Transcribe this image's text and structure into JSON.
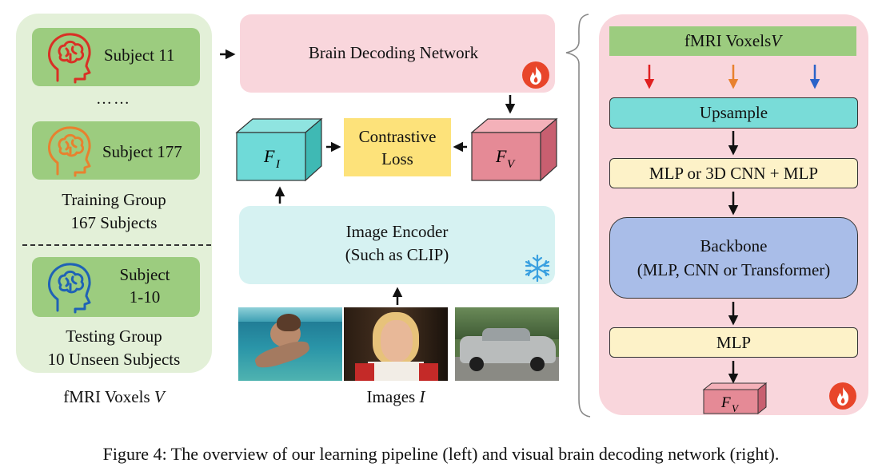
{
  "left": {
    "subjects": [
      {
        "label": "Subject 11",
        "icon_color": "#d93025"
      },
      {
        "label": "Subject 177",
        "icon_color": "#e8812f"
      },
      {
        "label_line1": "Subject",
        "label_line2": "1-10",
        "icon_color": "#1f62b6"
      }
    ],
    "ellipsis": "……",
    "training_group": {
      "line1": "Training Group",
      "line2": "167 Subjects"
    },
    "testing_group": {
      "line1": "Testing Group",
      "line2": "10 Unseen Subjects"
    },
    "footer_label": "fMRI Voxels ",
    "footer_var": "V"
  },
  "middle": {
    "brain_decoding": "Brain Decoding Network",
    "contrastive_line1": "Contrastive",
    "contrastive_line2": "Loss",
    "fi_label": "F",
    "fi_sub": "I",
    "fv_label": "F",
    "fv_sub": "V",
    "image_encoder_line1": "Image Encoder",
    "image_encoder_line2": "(Such as CLIP)",
    "images_label": "Images ",
    "images_var": "I",
    "fire_icon": "fire-icon",
    "snowflake_icon": "snowflake-icon"
  },
  "right": {
    "voxels_label": "fMRI Voxels ",
    "voxels_var": "V",
    "arrow_colors": [
      "#e02020",
      "#e8812f",
      "#2b63c9"
    ],
    "upsample": "Upsample",
    "mlp_cnn": "MLP or 3D CNN + MLP",
    "backbone_line1": "Backbone",
    "backbone_line2": "(MLP, CNN or Transformer)",
    "mlp": "MLP",
    "fv_label": "F",
    "fv_sub": "V"
  },
  "colors": {
    "green_panel": "#e3f0d8",
    "green_box": "#9ccc7f",
    "pink": "#f9d6dc",
    "cyan": "#6fdad8",
    "yellow": "#fde27a",
    "red_cube": "#e58a96",
    "upsample": "#79dcd8",
    "cream": "#fdf2c8",
    "backbone": "#a9bde8"
  },
  "caption": "Figure 4: The overview of our learning pipeline (left) and visual brain decoding network (right)."
}
